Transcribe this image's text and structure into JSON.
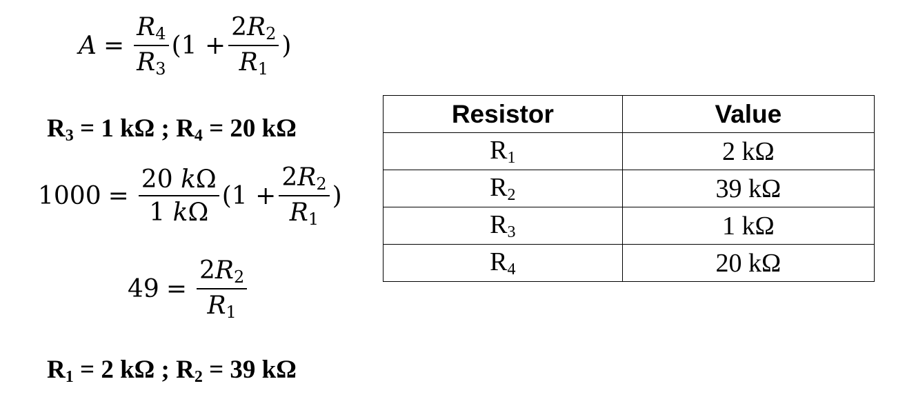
{
  "equations": {
    "gain": {
      "lhs": "A",
      "eq": "=",
      "frac1_num_base": "R",
      "frac1_num_sub": "4",
      "frac1_den_base": "R",
      "frac1_den_sub": "3",
      "open": "(1 +",
      "frac2_num_prefix": "2",
      "frac2_num_base": "R",
      "frac2_num_sub": "2",
      "frac2_den_base": "R",
      "frac2_den_sub": "1",
      "close": ")"
    },
    "given1": {
      "r3_base": "R",
      "r3_sub": "3",
      "r3_value": " = 1 kΩ ; ",
      "r4_base": "R",
      "r4_sub": "4",
      "r4_value": " = 20 kΩ"
    },
    "substituted": {
      "lhs": "1000",
      "eq": "=",
      "frac1_num_value": "20 ",
      "frac1_num_unit_k": "k",
      "frac1_num_unit_omega": "Ω",
      "frac1_den_value": "1 ",
      "frac1_den_unit_k": "k",
      "frac1_den_unit_omega": "Ω",
      "open": "(1 +",
      "frac2_num_prefix": "2",
      "frac2_num_base": "R",
      "frac2_num_sub": "2",
      "frac2_den_base": "R",
      "frac2_den_sub": "1",
      "close": ")"
    },
    "ratio": {
      "lhs": "49",
      "eq": "=",
      "num_prefix": "2",
      "num_base": "R",
      "num_sub": "2",
      "den_base": "R",
      "den_sub": "1"
    },
    "result": {
      "r1_base": "R",
      "r1_sub": "1",
      "r1_value": " = 2 kΩ ; ",
      "r2_base": "R",
      "r2_sub": "2",
      "r2_value": " = 39 kΩ"
    }
  },
  "table": {
    "headers": [
      "Resistor",
      "Value"
    ],
    "rows": [
      {
        "name_base": "R",
        "name_sub": "1",
        "value": "2 kΩ"
      },
      {
        "name_base": "R",
        "name_sub": "2",
        "value": "39 kΩ"
      },
      {
        "name_base": "R",
        "name_sub": "3",
        "value": "1 kΩ"
      },
      {
        "name_base": "R",
        "name_sub": "4",
        "value": "20 kΩ"
      }
    ]
  }
}
